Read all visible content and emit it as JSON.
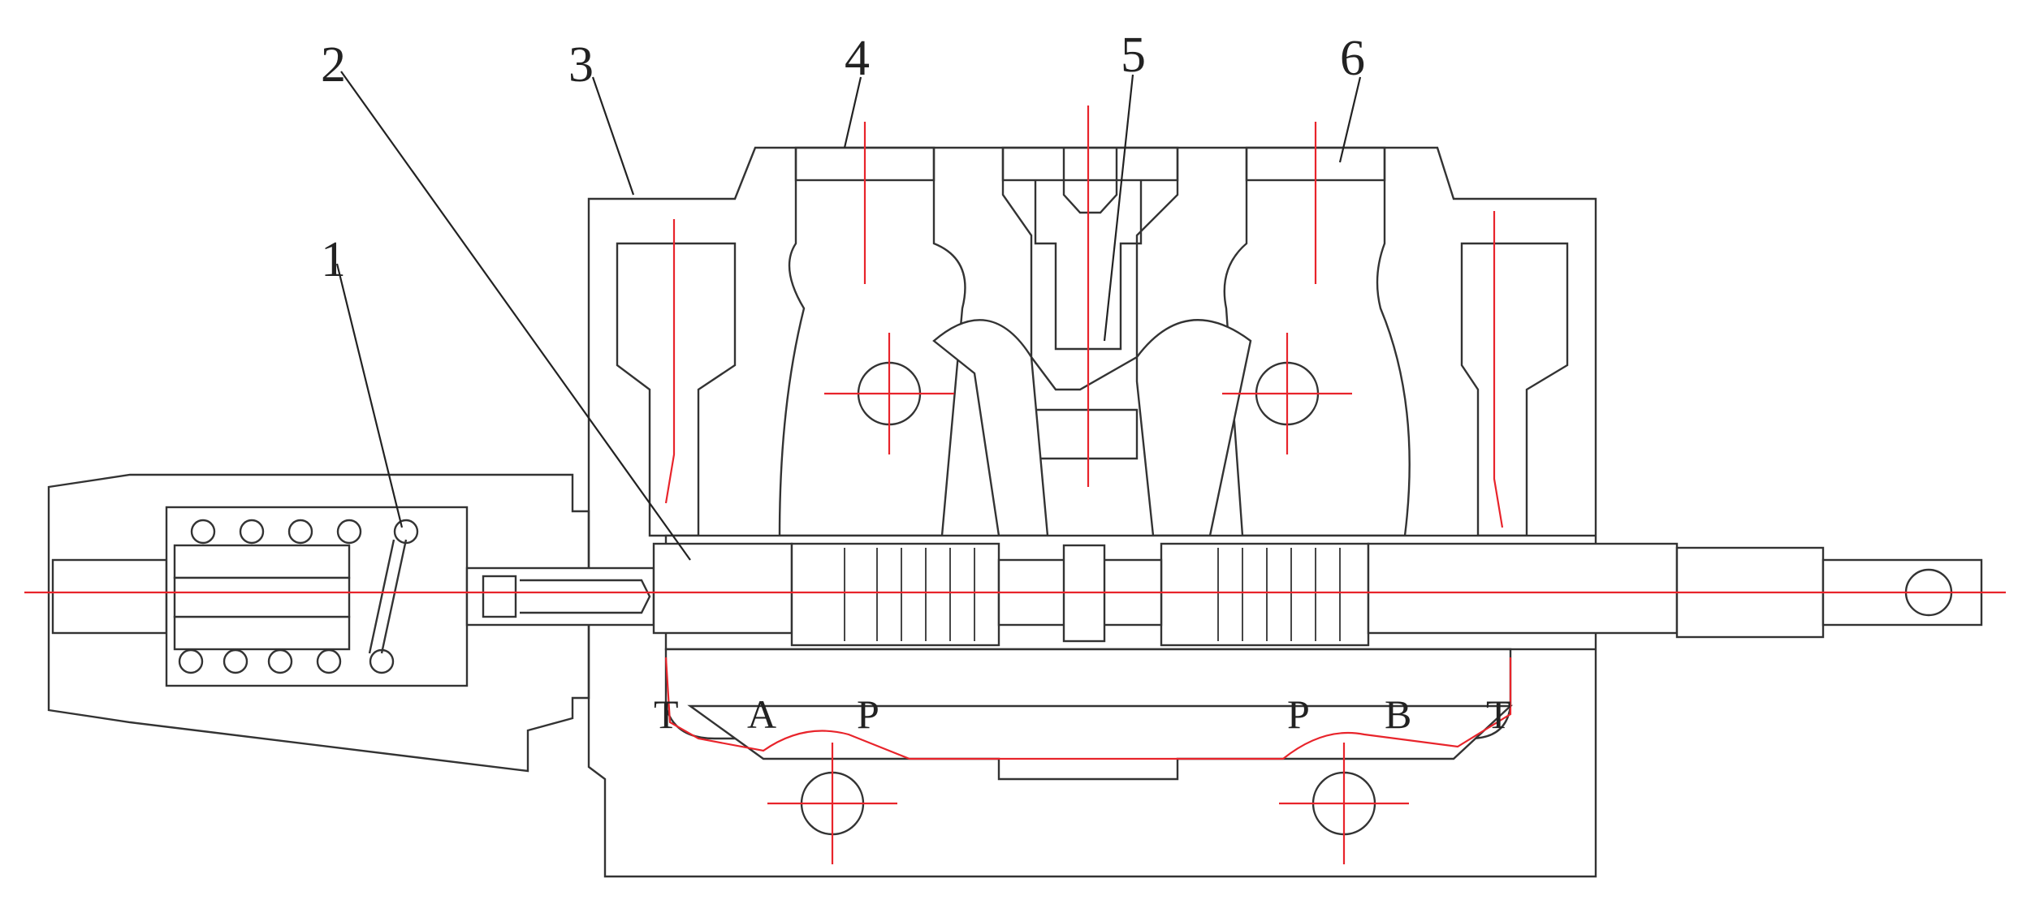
{
  "figure": {
    "part_labels": [
      "1",
      "2",
      "3",
      "4",
      "5",
      "6"
    ],
    "port_labels_left": [
      "T",
      "A",
      "P"
    ],
    "port_labels_right": [
      "P",
      "B",
      "T"
    ]
  },
  "colors": {
    "line": "#333333",
    "hatch": "#333333",
    "flow_path": "#e8242b",
    "background": "#ffffff"
  }
}
